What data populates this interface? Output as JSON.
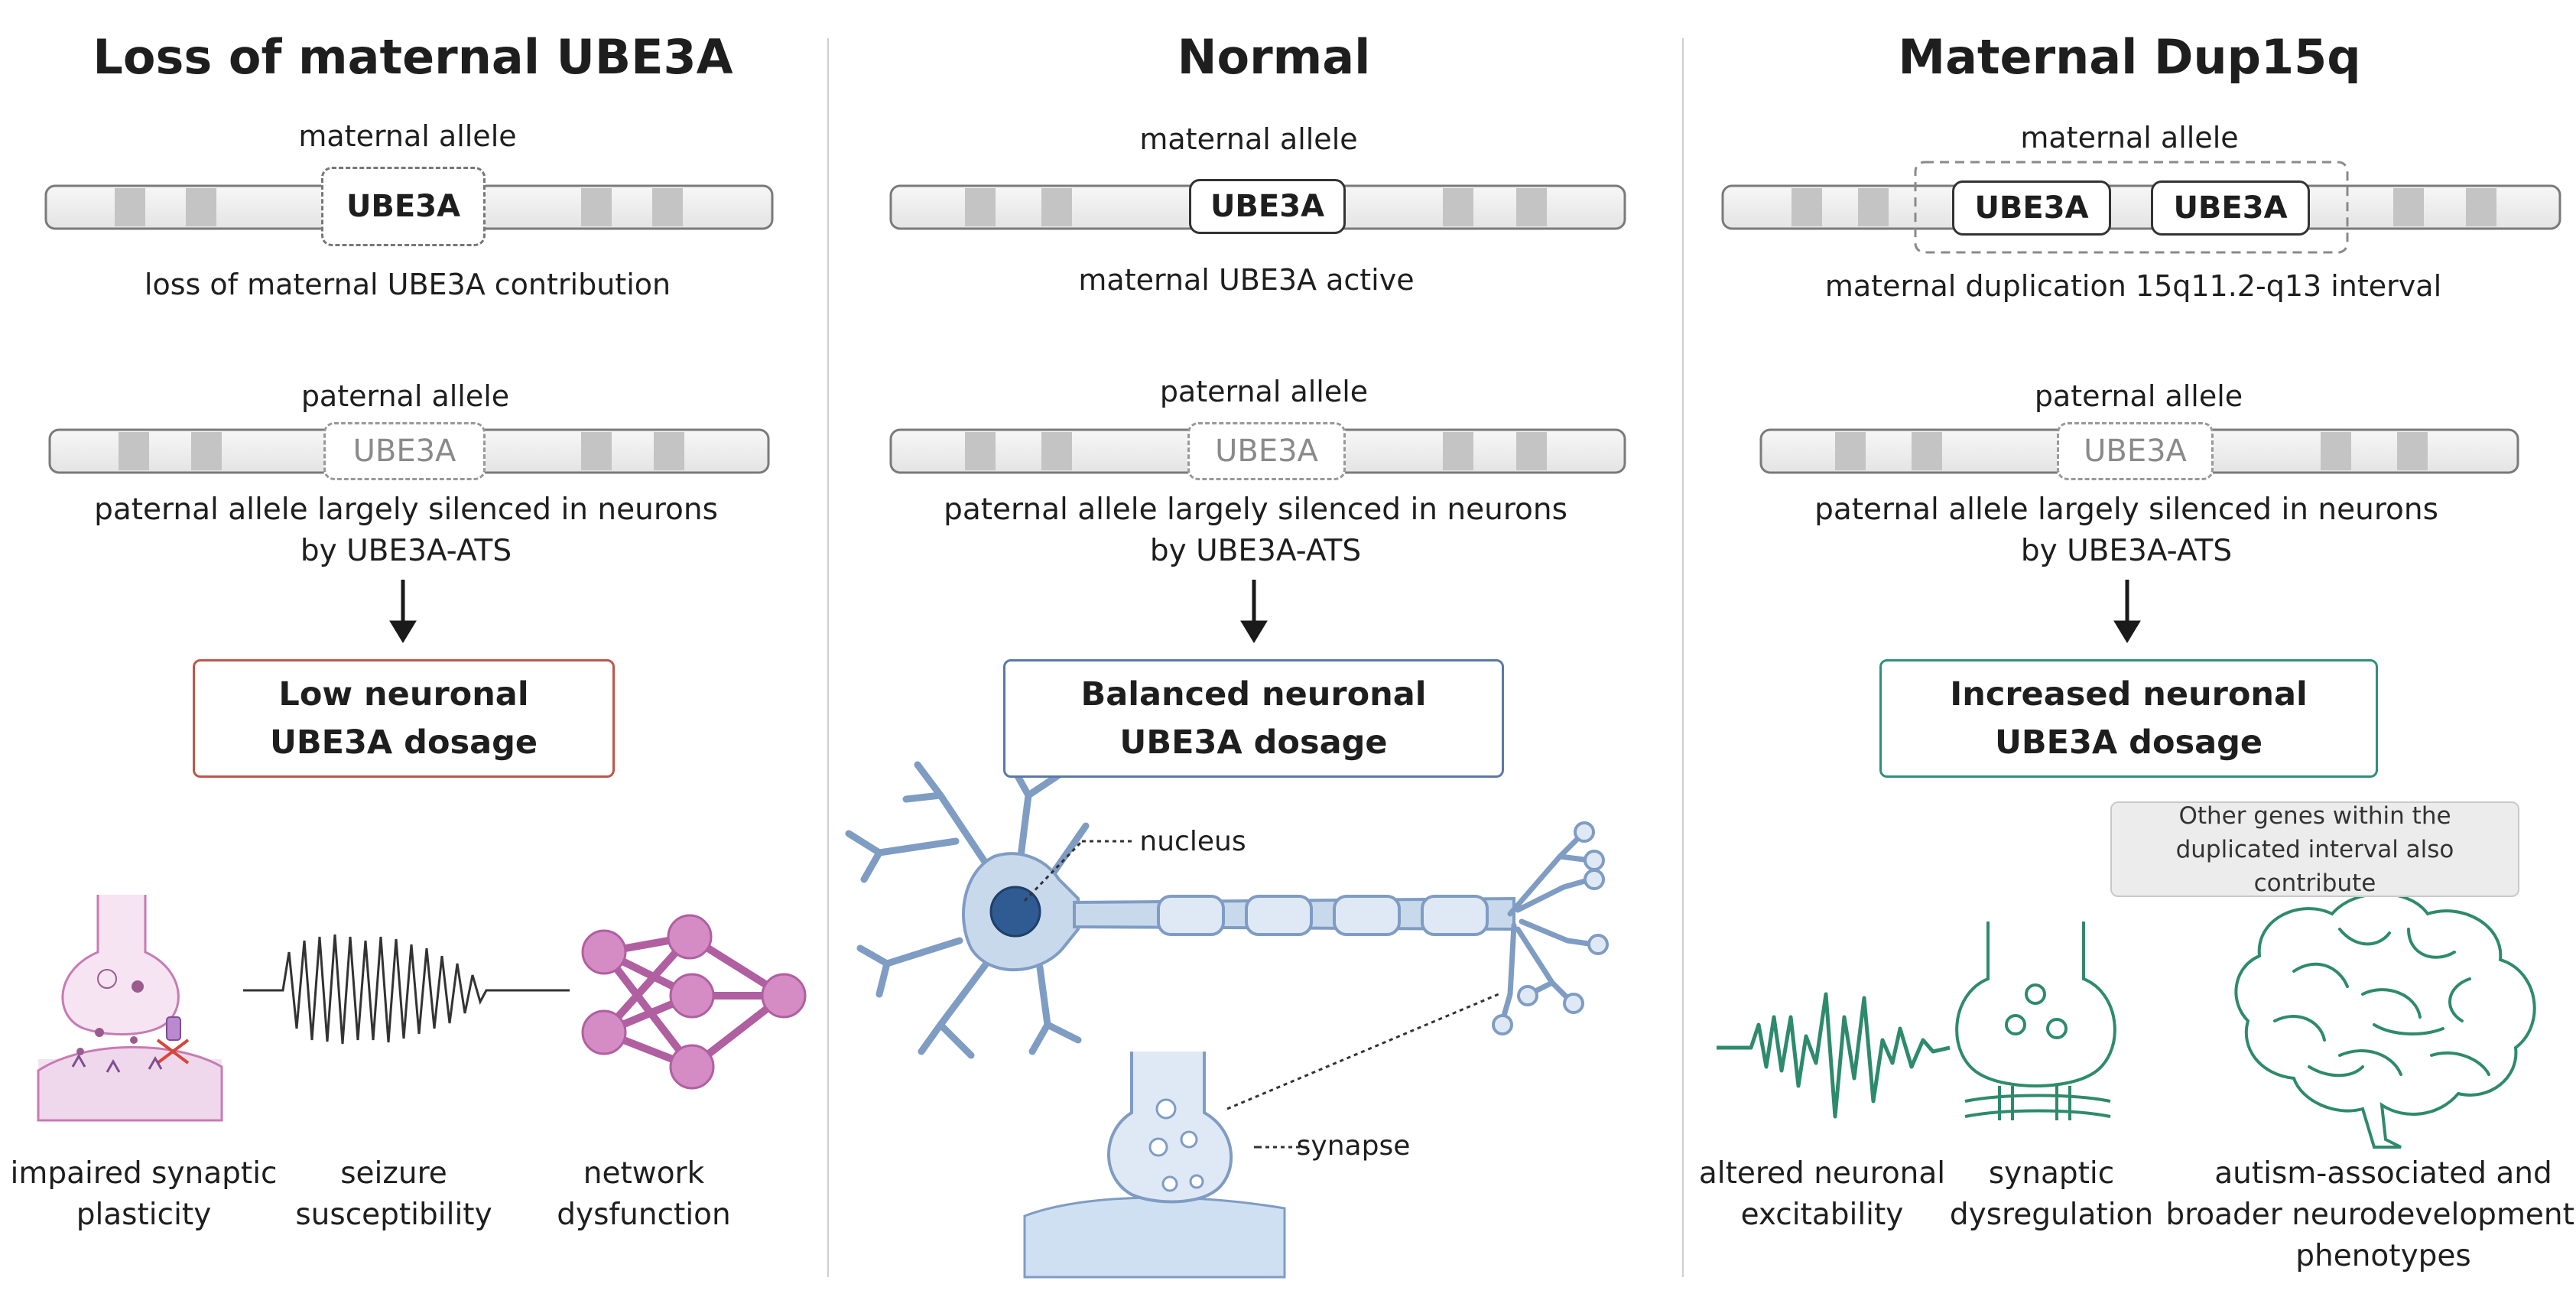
{
  "panels": {
    "loss": {
      "title": "Loss of maternal UBE3A",
      "maternal_label": "maternal allele",
      "maternal_gene": "UBE3A",
      "maternal_caption": "loss of maternal UBE3A contribution",
      "paternal_label": "paternal allele",
      "paternal_gene": "UBE3A",
      "paternal_caption_1": "paternal allele largely silenced in neurons",
      "paternal_caption_2": "by UBE3A-ATS",
      "dosage_1": "Low neuronal",
      "dosage_2": "UBE3A dosage",
      "outcomes": [
        {
          "line1": "impaired synaptic",
          "line2": "plasticity"
        },
        {
          "line1": "seizure",
          "line2": "susceptibility"
        },
        {
          "line1": "network",
          "line2": "dysfunction"
        }
      ]
    },
    "normal": {
      "title": "Normal",
      "maternal_label": "maternal allele",
      "maternal_gene": "UBE3A",
      "maternal_caption": "maternal UBE3A active",
      "paternal_label": "paternal allele",
      "paternal_gene": "UBE3A",
      "paternal_caption_1": "paternal allele largely silenced in neurons",
      "paternal_caption_2": "by UBE3A-ATS",
      "dosage_1": "Balanced neuronal",
      "dosage_2": "UBE3A dosage",
      "nucleus_label": "nucleus",
      "synapse_label": "synapse"
    },
    "dup": {
      "title": "Maternal Dup15q",
      "maternal_label": "maternal allele",
      "maternal_gene_1": "UBE3A",
      "maternal_gene_2": "UBE3A",
      "maternal_caption": "maternal duplication 15q11.2-q13 interval",
      "paternal_label": "paternal allele",
      "paternal_gene": "UBE3A",
      "paternal_caption_1": "paternal allele largely silenced in neurons",
      "paternal_caption_2": "by UBE3A-ATS",
      "dosage_1": "Increased neuronal",
      "dosage_2": "UBE3A dosage",
      "note_1": "Other genes within the",
      "note_2": "duplicated interval also contribute",
      "outcomes": [
        {
          "line1": "altered neuronal",
          "line2": "excitability"
        },
        {
          "line1": "synaptic",
          "line2": "dysregulation"
        },
        {
          "line1": "autism-associated and",
          "line2": "broader neurodevelopmental",
          "line3": "phenotypes"
        }
      ]
    }
  },
  "colors": {
    "loss_accent": "#c0554a",
    "normal_accent": "#5a78a8",
    "dup_accent": "#2f8f7a",
    "loss_icon": "#c77bb4",
    "neuron": "#a9c1dd",
    "dup_icon": "#2e8a6c"
  },
  "icons": [
    "arrow-down-icon",
    "synapse-icon",
    "eeg-wave-icon",
    "network-icon",
    "neuron-icon",
    "brain-icon"
  ]
}
